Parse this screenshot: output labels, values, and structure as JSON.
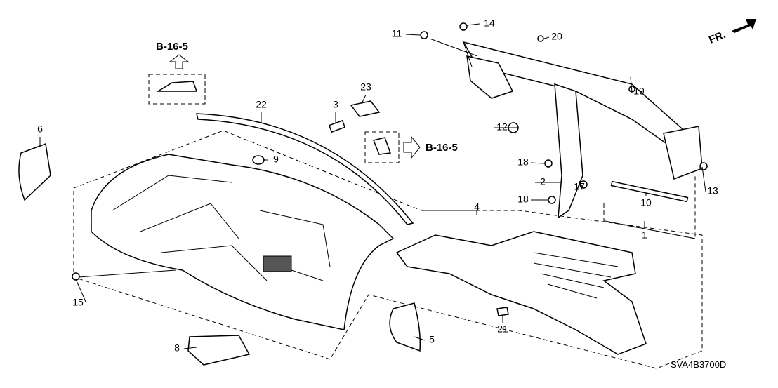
{
  "diagram": {
    "code": "SVA4B3700D",
    "direction": "FR.",
    "references": [
      {
        "id": "ref-top",
        "label": "B-16-5"
      },
      {
        "id": "ref-right",
        "label": "B-16-5"
      }
    ],
    "callouts": [
      {
        "n": "1"
      },
      {
        "n": "2"
      },
      {
        "n": "3"
      },
      {
        "n": "4"
      },
      {
        "n": "5"
      },
      {
        "n": "6"
      },
      {
        "n": "8"
      },
      {
        "n": "9"
      },
      {
        "n": "10"
      },
      {
        "n": "11"
      },
      {
        "n": "12"
      },
      {
        "n": "13"
      },
      {
        "n": "14"
      },
      {
        "n": "15"
      },
      {
        "n": "17"
      },
      {
        "n": "18"
      },
      {
        "n": "18"
      },
      {
        "n": "19"
      },
      {
        "n": "20"
      },
      {
        "n": "21"
      },
      {
        "n": "22"
      },
      {
        "n": "23"
      }
    ]
  }
}
